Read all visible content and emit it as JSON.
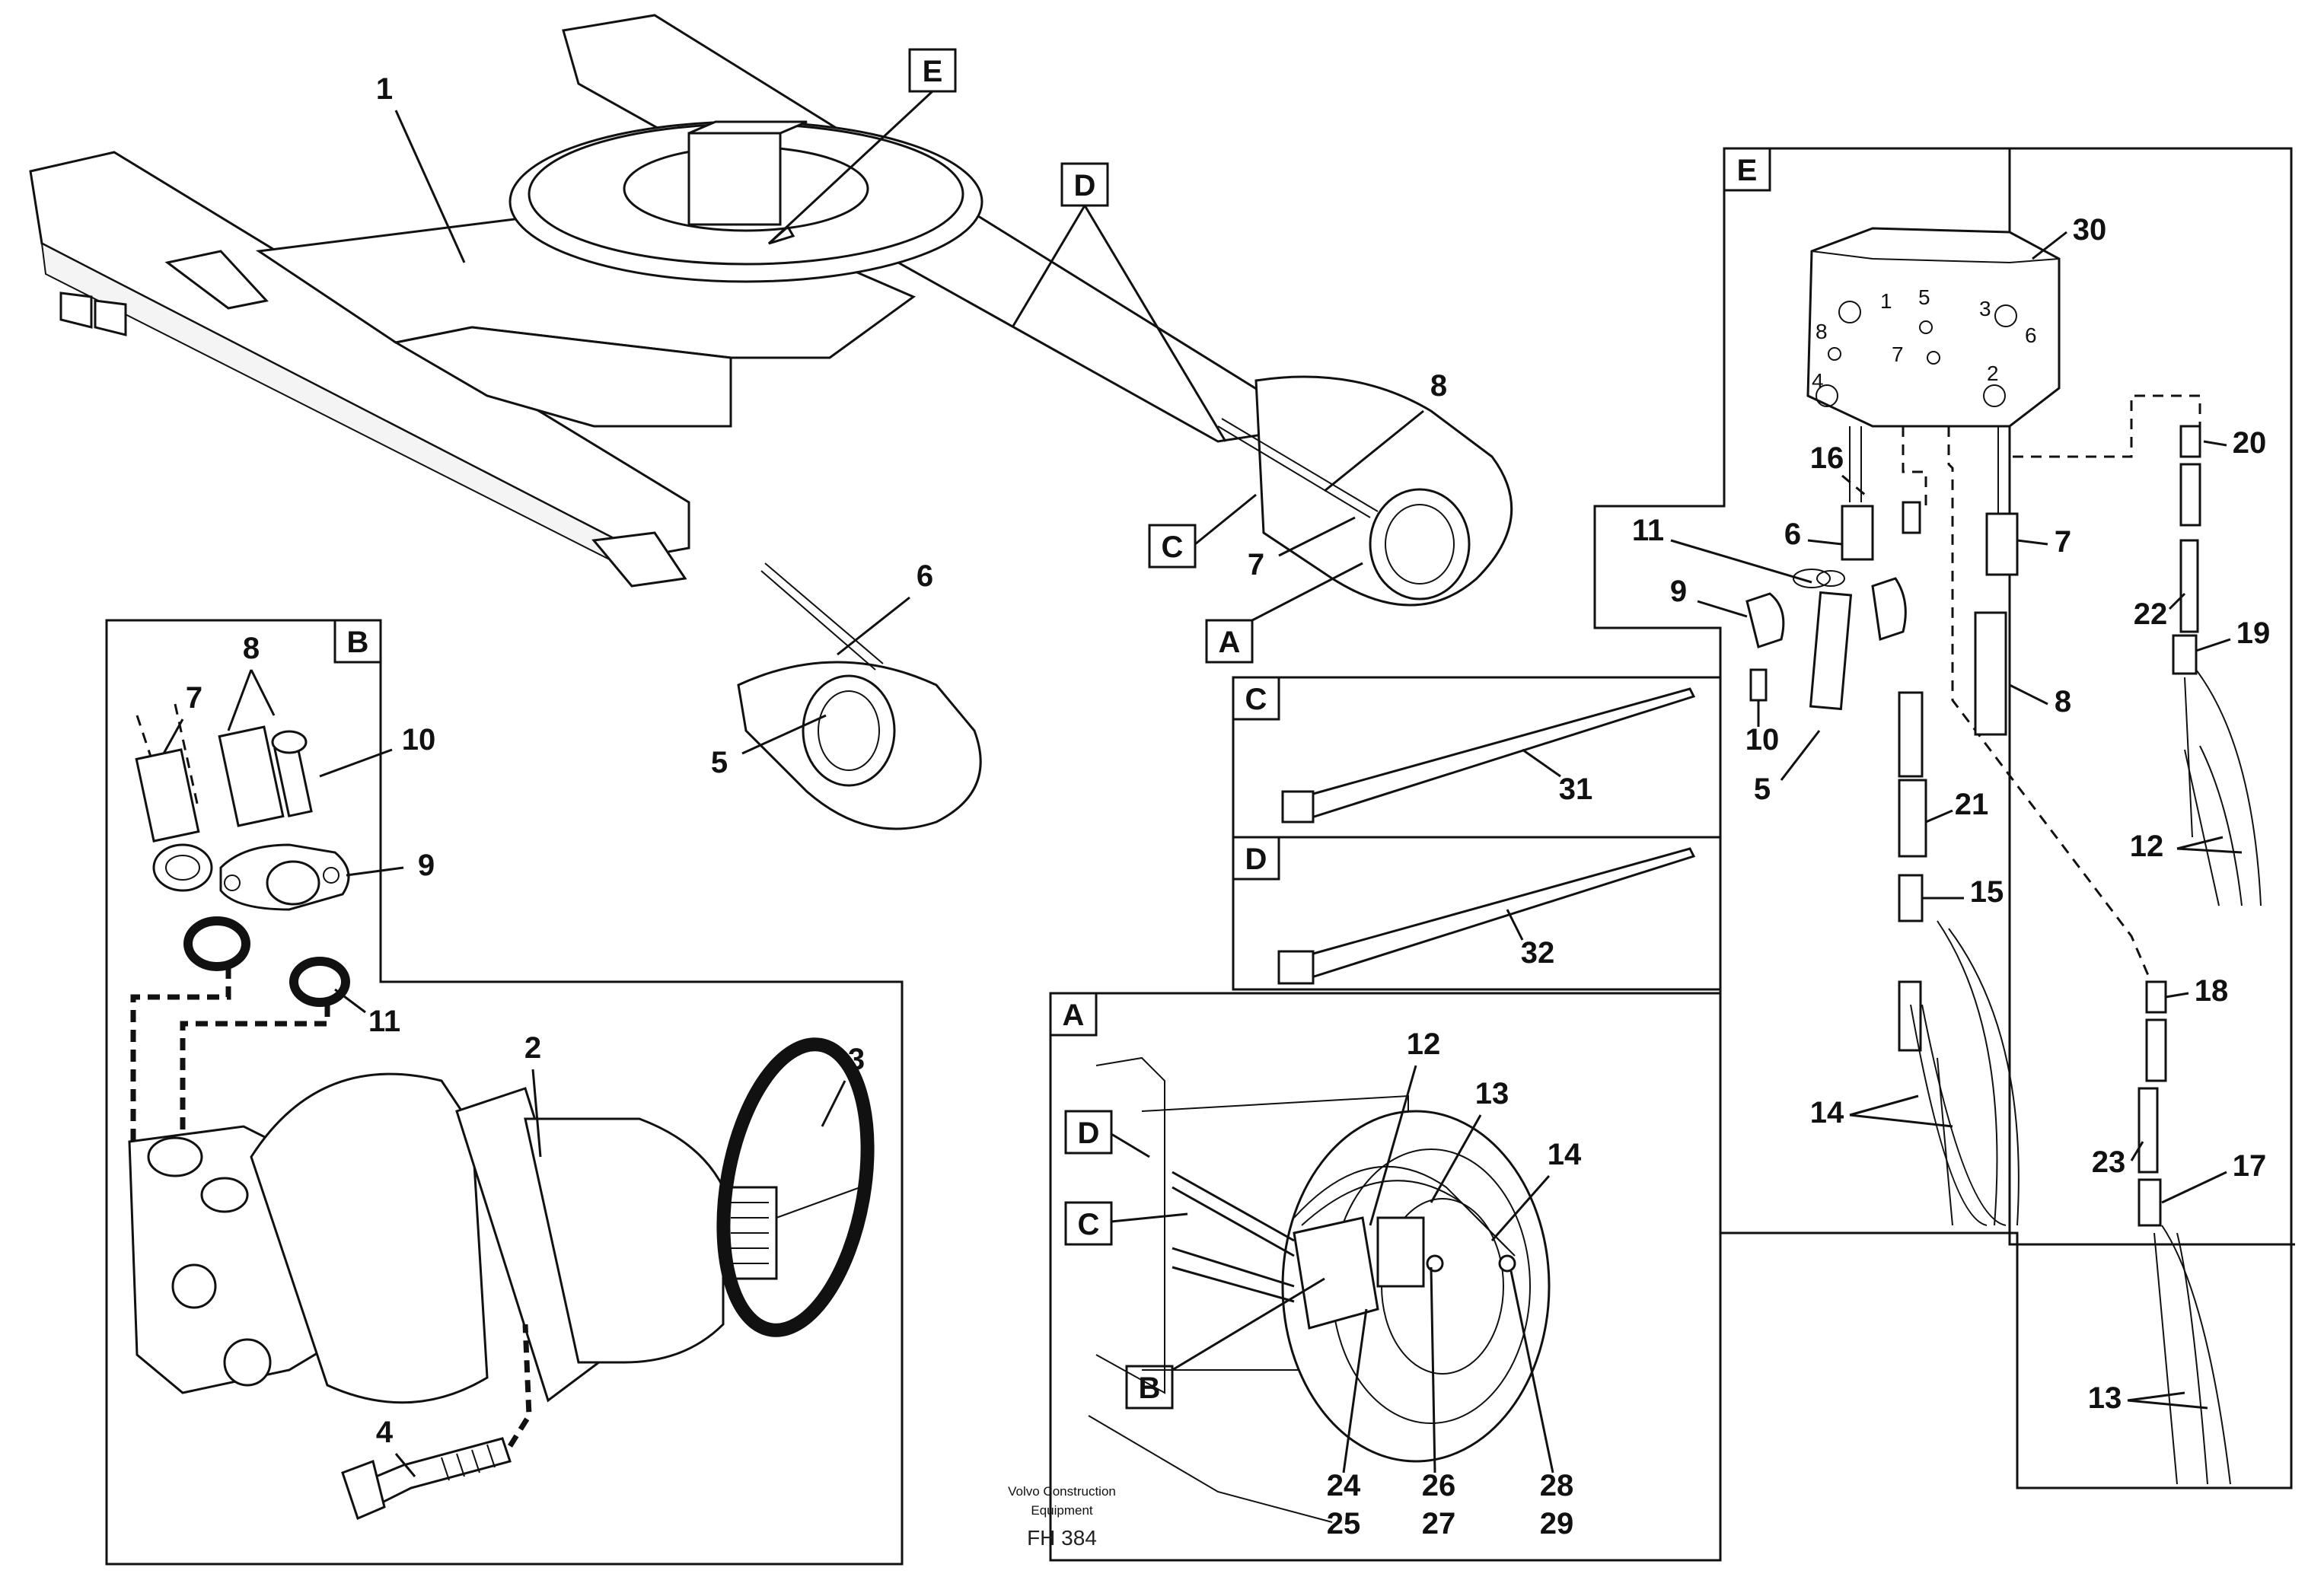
{
  "diagram": {
    "footer": {
      "line1": "Volvo Construction",
      "line2": "Equipment",
      "code": "FH 384"
    },
    "section_labels": {
      "A": "A",
      "B": "B",
      "C": "C",
      "D": "D",
      "E": "E"
    },
    "callouts": {
      "main": [
        "1",
        "8",
        "7",
        "6",
        "5"
      ],
      "detail_B": [
        "8",
        "7",
        "10",
        "9",
        "11",
        "2",
        "3",
        "4"
      ],
      "detail_C": [
        "31"
      ],
      "detail_D": [
        "32"
      ],
      "detail_A": [
        "12",
        "13",
        "14",
        "24",
        "25",
        "26",
        "27",
        "28",
        "29"
      ],
      "detail_E": [
        "30",
        "16",
        "11",
        "6",
        "7",
        "9",
        "10",
        "5",
        "8",
        "20",
        "22",
        "19",
        "12",
        "21",
        "15",
        "14",
        "18",
        "23",
        "17",
        "13"
      ]
    },
    "port_numbers": [
      "1",
      "5",
      "3",
      "8",
      "7",
      "6",
      "4",
      "2"
    ]
  }
}
